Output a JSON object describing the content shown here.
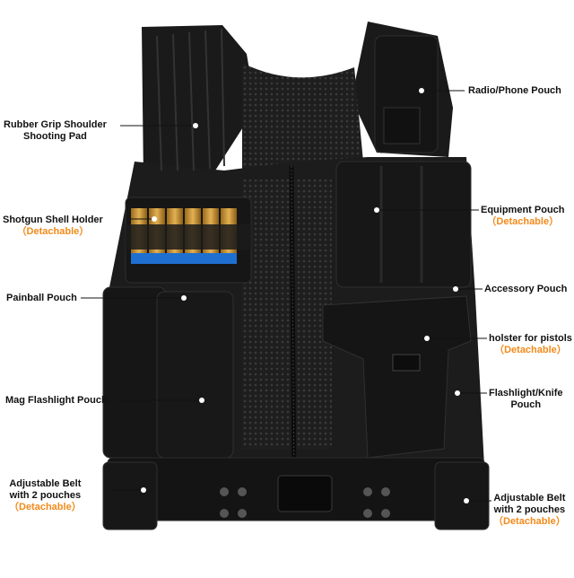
{
  "colors": {
    "accent_orange": "#f28a1a",
    "vest_black": "#1b1b1b",
    "shell_brass": "#c8922e",
    "shell_blue": "#1f6fd1"
  },
  "labels": {
    "radio_phone_pouch": "Radio/Phone Pouch",
    "rubber_grip_line1": "Rubber Grip Shoulder",
    "rubber_grip_line2": "Shooting Pad",
    "shotgun_shell_holder": "Shotgun Shell Holder",
    "shotgun_detachable": "（Detachable）",
    "equipment_pouch": "Equipment Pouch",
    "equipment_detachable": "（Detachable）",
    "painball_pouch": "Painball Pouch",
    "accessory_pouch": "Accessory Pouch",
    "holster_line1": "holster for pistols",
    "holster_detachable": "（Detachable）",
    "mag_flashlight_pouch": "Mag Flashlight Pouch",
    "flashlight_knife_line1": "Flashlight/Knife",
    "flashlight_knife_line2": "Pouch",
    "belt_left_line1": "Adjustable Belt",
    "belt_left_line2": "with 2 pouches",
    "belt_left_detachable": "（Detachable）",
    "belt_right_line1": "Adjustable Belt",
    "belt_right_line2": "with 2 pouches",
    "belt_right_detachable": "（Detachable）"
  }
}
